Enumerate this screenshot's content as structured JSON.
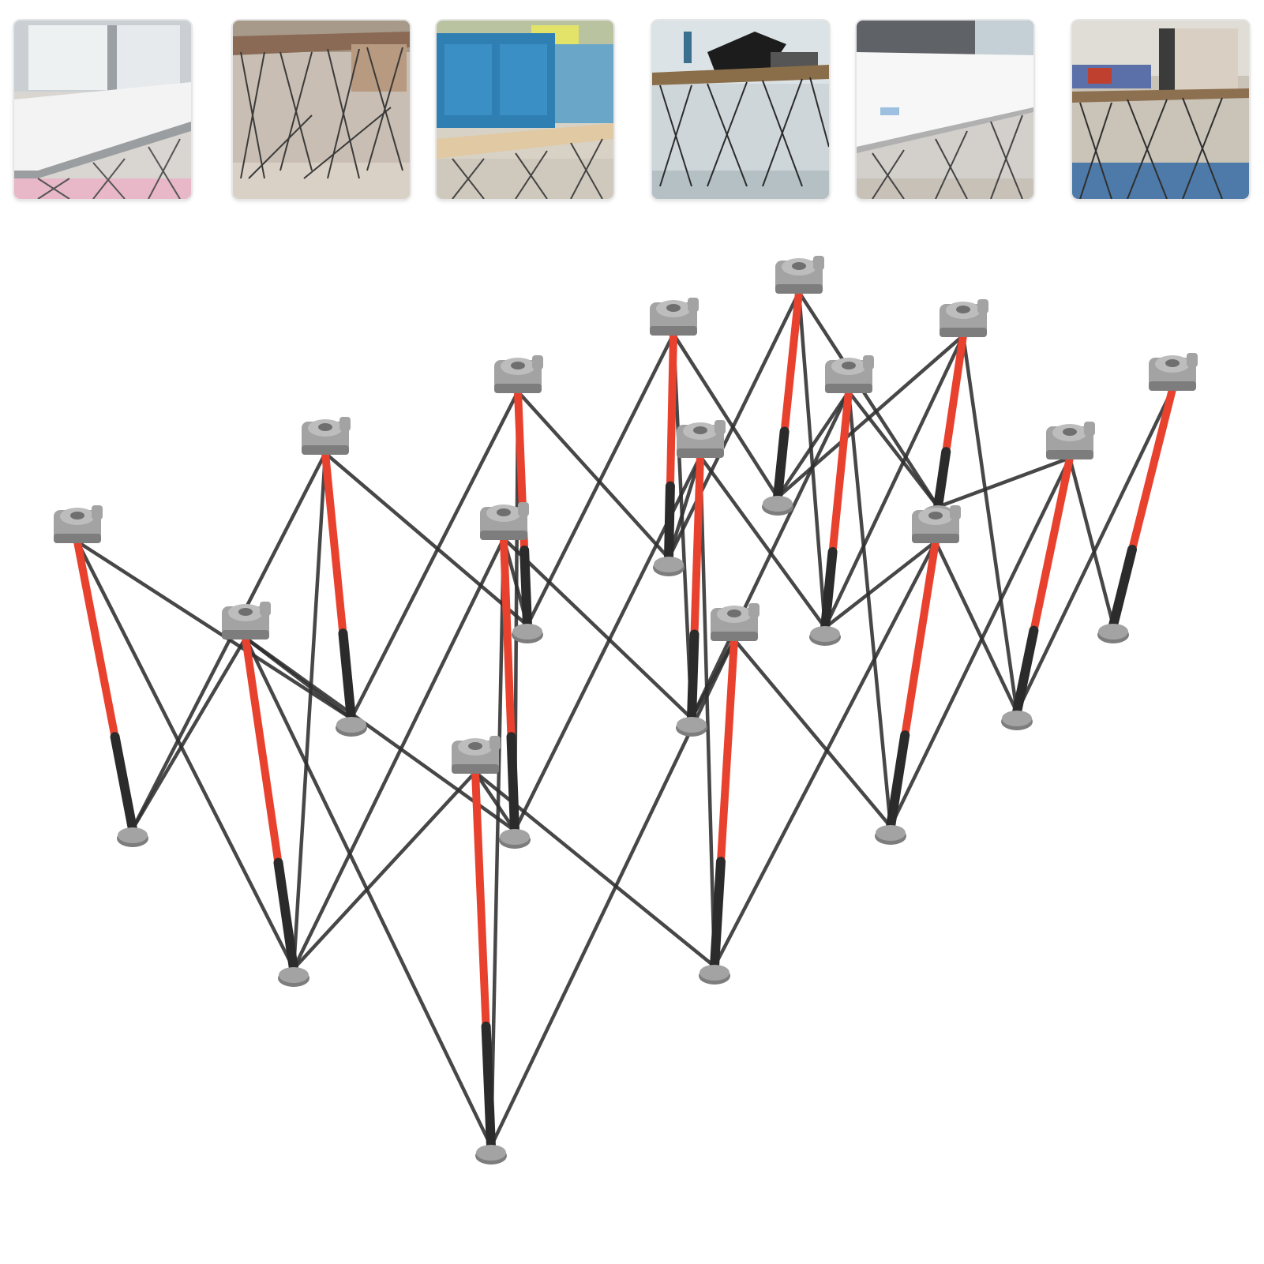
{
  "gallery": {
    "thumbnails": [
      {
        "scene": "window-desk"
      },
      {
        "scene": "saw-table"
      },
      {
        "scene": "toolboxes"
      },
      {
        "scene": "workshop-bench"
      },
      {
        "scene": "white-table"
      },
      {
        "scene": "garage-bench"
      }
    ]
  },
  "product": {
    "colors": {
      "leg": "#e8412e",
      "leg_sleeve": "#2b2b2b",
      "brace": "#2e2e2e",
      "hub": "#a3a3a3",
      "hub_dark": "#7d7d7d"
    }
  }
}
